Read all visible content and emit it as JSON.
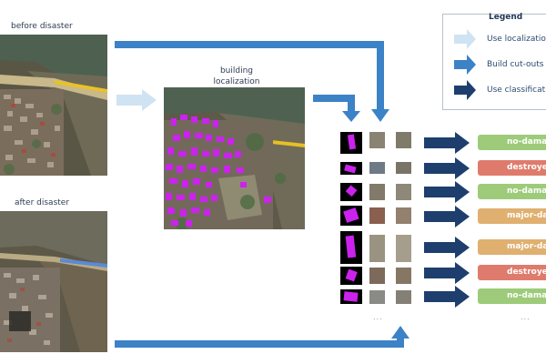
{
  "images": {
    "before_label": "before disaster",
    "after_label": "after disaster",
    "localization_label_line1": "building",
    "localization_label_line2": "localization"
  },
  "legend": {
    "title": "Legend",
    "items": [
      {
        "label": "Use localization",
        "color": "#cfe3f3"
      },
      {
        "label": "Build cut-outs",
        "color": "#3c82c6"
      },
      {
        "label": "Use classification",
        "color": "#1e3f6e"
      }
    ]
  },
  "classifications": [
    {
      "label": "no-damage",
      "color": "#9dcb7a"
    },
    {
      "label": "destroyed",
      "color": "#df7b6c"
    },
    {
      "label": "no-damage",
      "color": "#9dcb7a"
    },
    {
      "label": "major-damage",
      "color": "#e0b070"
    },
    {
      "label": "major-damage",
      "color": "#e0b070"
    },
    {
      "label": "destroyed",
      "color": "#df7b6c"
    },
    {
      "label": "no-damage",
      "color": "#9dcb7a"
    }
  ],
  "ellipsis": {
    "cutouts": "...",
    "labels": "..."
  },
  "colors": {
    "localization_arrow": "#cfe3f3",
    "cutout_arrow": "#3c82c6",
    "classification_arrow": "#1e3f6e",
    "building_mask": "#cc22ee"
  }
}
